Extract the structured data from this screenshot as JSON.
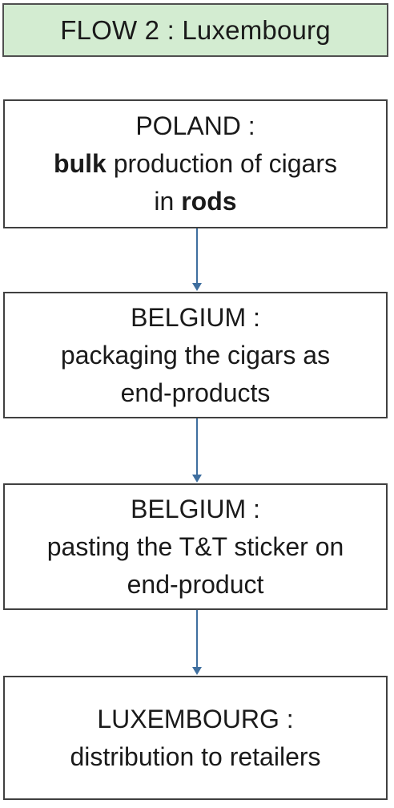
{
  "title": "FLOW 2 : Luxembourg",
  "colors": {
    "title_fill": "#d3ecd1",
    "box_border": "#404040",
    "arrow": "#3f6f9f"
  },
  "steps": [
    {
      "heading": "POLAND :",
      "line2_bold": "bulk",
      "line2_rest": " production of cigars",
      "line3_pre": "in ",
      "line3_bold": "rods"
    },
    {
      "heading": "BELGIUM :",
      "line2": "packaging the cigars as",
      "line3": "end-products"
    },
    {
      "heading": "BELGIUM :",
      "line2": "pasting the T&T sticker on",
      "line3": "end-product"
    },
    {
      "heading": "LUXEMBOURG :",
      "line2": "distribution to retailers"
    }
  ]
}
